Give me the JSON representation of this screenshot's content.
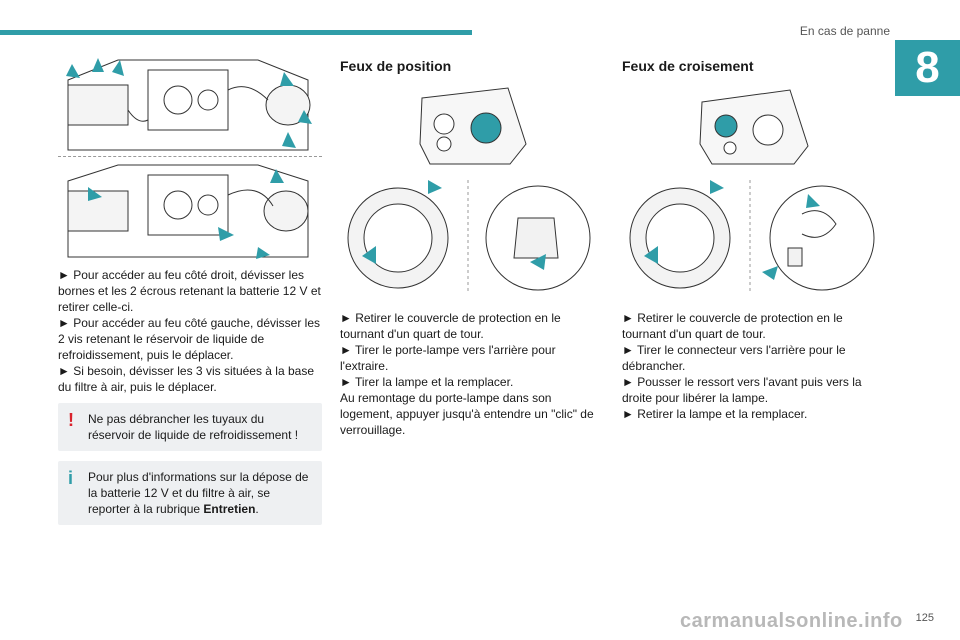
{
  "header": {
    "section": "En cas de panne",
    "chapter": "8"
  },
  "col1": {
    "paragraphs": [
      "► Pour accéder au feu côté droit, dévisser les bornes et les 2 écrous retenant la batterie 12 V et retirer celle-ci.",
      "► Pour accéder au feu côté gauche, dévisser les 2 vis retenant le réservoir de liquide de refroidissement, puis le déplacer.",
      "► Si besoin, dévisser les 3 vis situées à la base du filtre à air, puis le déplacer."
    ],
    "warning": "Ne pas débrancher les tuyaux du réservoir de liquide de refroidissement !",
    "info_prefix": "Pour plus d'informations sur la dépose de la batterie 12 V et du filtre à air, se reporter à la rubrique ",
    "info_bold": "Entretien",
    "info_suffix": "."
  },
  "col2": {
    "title": "Feux de position",
    "lines": [
      "► Retirer le couvercle de protection en le tournant d'un quart de tour.",
      "► Tirer le porte-lampe vers l'arrière pour l'extraire.",
      "► Tirer la lampe et la remplacer.",
      "Au remontage du porte-lampe dans son logement, appuyer jusqu'à entendre un \"clic\" de verrouillage."
    ]
  },
  "col3": {
    "title": "Feux de croisement",
    "lines": [
      "► Retirer le couvercle de protection en le tournant d'un quart de tour.",
      "► Tirer le connecteur vers l'arrière pour le débrancher.",
      "► Pousser le ressort vers l'avant puis vers la droite pour libérer la lampe.",
      "► Retirer la lampe et la remplacer."
    ]
  },
  "footer": {
    "page": "125",
    "watermark": "carmanualsonline.info"
  },
  "colors": {
    "accent": "#2f9da8",
    "warning": "#d9232d"
  }
}
